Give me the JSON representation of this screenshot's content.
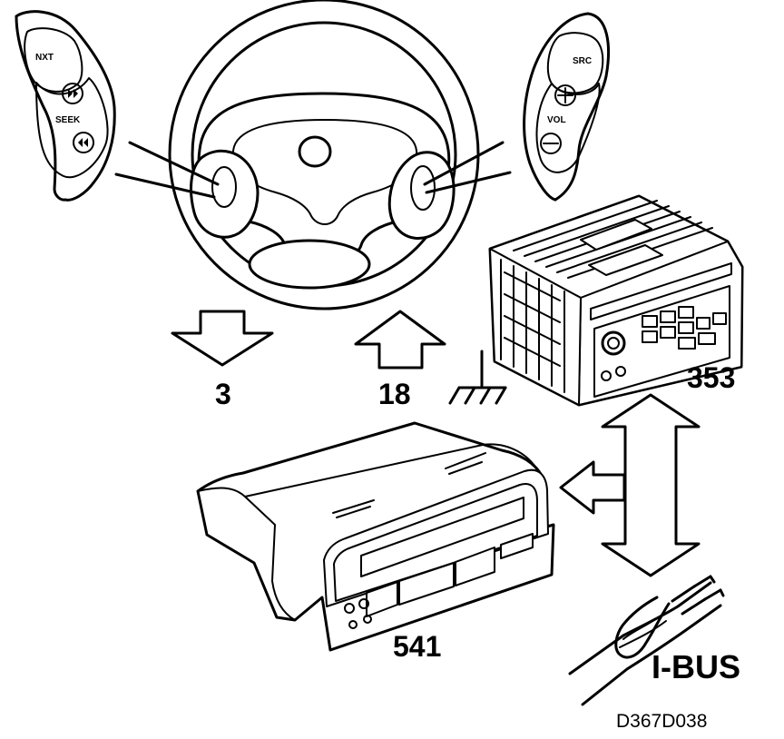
{
  "diagram": {
    "figure_code": "D367D038",
    "left_controls": {
      "next_label": "NXT",
      "seek_label": "SEEK"
    },
    "right_controls": {
      "source_label": "SRC",
      "volume_label": "VOL"
    },
    "arrows": {
      "down_label": "3",
      "up_label": "18"
    },
    "components": {
      "radio_unit_label": "353",
      "display_unit_label": "541",
      "bus_label": "I-BUS"
    }
  }
}
